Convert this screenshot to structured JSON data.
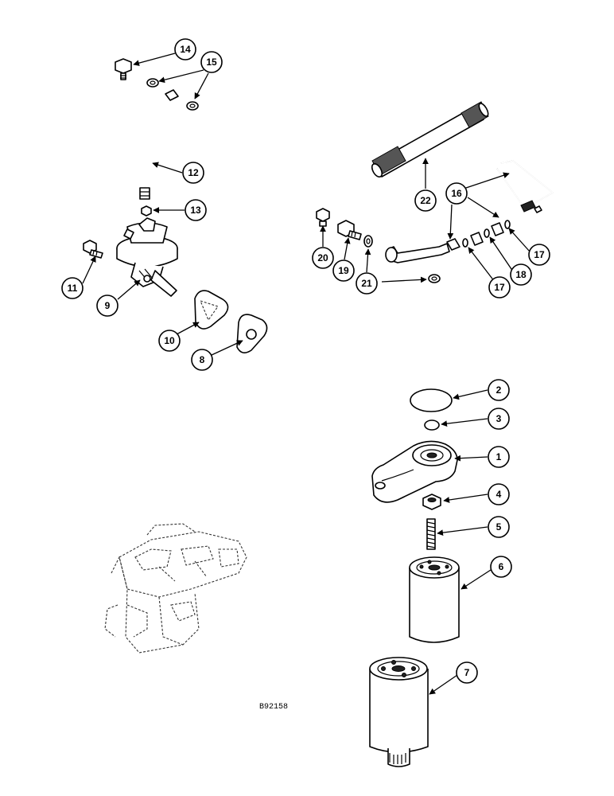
{
  "figure_id": "B92158",
  "callouts": [
    "1",
    "2",
    "3",
    "4",
    "5",
    "6",
    "7",
    "8",
    "9",
    "10",
    "11",
    "12",
    "13",
    "14",
    "15",
    "16",
    "17",
    "18",
    "19",
    "20",
    "21",
    "22"
  ]
}
